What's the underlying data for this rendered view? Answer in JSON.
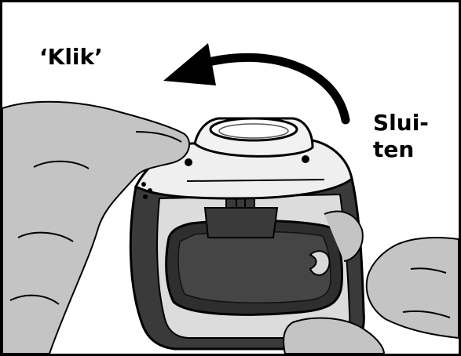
{
  "labels": {
    "click": "‘Klik’",
    "close_line1": "Slui-",
    "close_line2": "ten"
  },
  "colors": {
    "hand": "#c4c4c4",
    "hand_dark": "#9a9a9a",
    "device_body": "#3a3a3a",
    "device_cap": "#efefef",
    "outline": "#000000"
  },
  "icons": {
    "arrow": "curved-arrow-icon"
  }
}
